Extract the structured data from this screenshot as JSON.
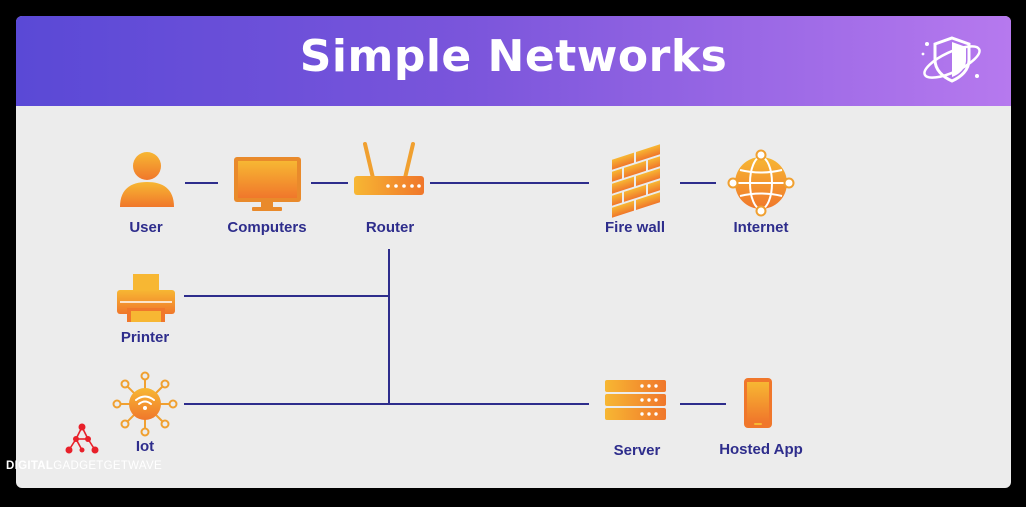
{
  "header": {
    "title": "Simple Networks",
    "gradient_start": "#5a49d6",
    "gradient_end": "#b679ee"
  },
  "colors": {
    "line": "#2e2d8c",
    "icon_light": "#f7b733",
    "icon_dark": "#f0772b",
    "background": "#ececec"
  },
  "nodes": {
    "user": {
      "label": "User",
      "icon": "user-icon"
    },
    "computers": {
      "label": "Computers",
      "icon": "monitor-icon"
    },
    "router": {
      "label": "Router",
      "icon": "router-icon"
    },
    "firewall": {
      "label": "Fire wall",
      "icon": "brick-wall-icon"
    },
    "internet": {
      "label": "Internet",
      "icon": "globe-icon"
    },
    "printer": {
      "label": "Printer",
      "icon": "printer-icon"
    },
    "iot": {
      "label": "Iot",
      "icon": "wifi-hub-icon"
    },
    "server": {
      "label": "Server",
      "icon": "server-icon"
    },
    "hosted_app": {
      "label": "Hosted App",
      "icon": "smartphone-icon"
    }
  },
  "brand": {
    "name_bold": "DIGITAL",
    "name_rest": "GADGETGETWAVE",
    "icon": "network-logo-icon"
  }
}
